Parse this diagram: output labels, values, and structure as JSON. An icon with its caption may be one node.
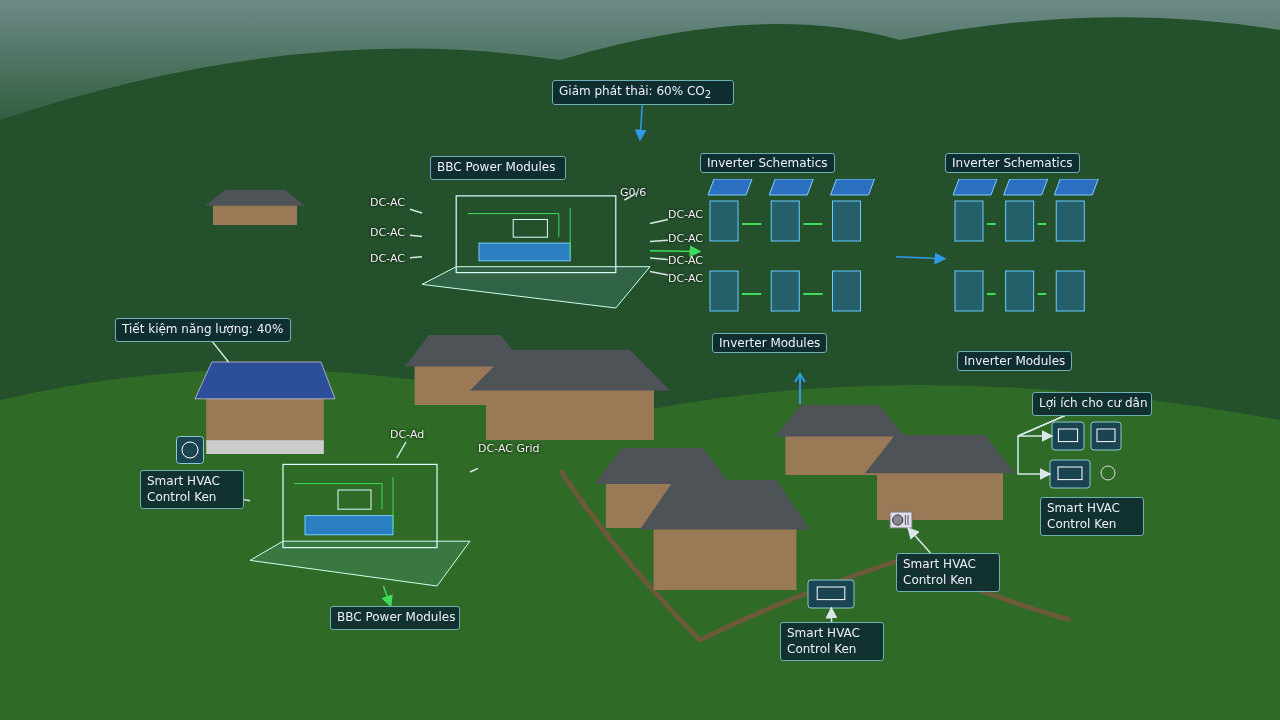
{
  "diagram": {
    "nodes": [
      {
        "text": [
          "Giảm phát thải: 60% CO$_{2}$"
        ]
      },
      {
        "text": [
          "BBC Power Modules"
        ]
      },
      {
        "text": [],
        "shape": "picture"
      },
      {
        "text": [
          "DC-AC"
        ]
      },
      {
        "text": [
          "DC-AC"
        ]
      },
      {
        "text": [
          "DC-AC"
        ]
      },
      {
        "text": [
          "G0/6"
        ]
      },
      {
        "text": [
          "DC-AC"
        ]
      },
      {
        "text": [
          "DC-AC"
        ]
      },
      {
        "text": [
          "DC-AC"
        ]
      },
      {
        "text": [
          "DC-AC"
        ]
      },
      {
        "text": [
          "Inverter Schematics",
          "Inverter Modules"
        ]
      },
      {
        "text": [
          "Inverter Schematics",
          "Inverter Modules"
        ]
      },
      {
        "text": [
          "Tiết kiệm năng lượng: 40%"
        ]
      },
      {
        "text": [],
        "shape": "picture"
      },
      {
        "text": [
          "Smart HVAC Control Ken"
        ]
      },
      {
        "text": [],
        "shape": "picture"
      },
      {
        "text": [
          "DC-Ad"
        ]
      },
      {
        "text": [
          "DC-AC Grid"
        ]
      },
      {
        "text": [
          "BBC Power Modules"
        ]
      },
      {
        "text": [
          "Lợi ích cho cư dân"
        ]
      },
      {
        "text": [],
        "shape": "picture"
      },
      {
        "text": [],
        "shape": "picture"
      },
      {
        "text": [],
        "shape": "picture"
      },
      {
        "text": [
          "Smart HVAC Control Ken"
        ]
      },
      {
        "text": [
          "Smart HVAC Control Ken"
        ]
      },
      {
        "text": [],
        "shape": "picture"
      },
      {
        "text": [
          "Smart HVAC Control Ken"
        ]
      },
      {
        "text": [],
        "shape": "picture"
      }
    ],
    "edges": [
      {
        "from": 0,
        "to": null,
        "arrow": "to",
        "color": "#2f9be8"
      },
      {
        "from": 3,
        "to": 2,
        "arrow": "none"
      },
      {
        "from": 4,
        "to": 2,
        "arrow": "none"
      },
      {
        "from": 5,
        "to": 2,
        "arrow": "none"
      },
      {
        "from": 6,
        "to": 2,
        "arrow": "none"
      },
      {
        "from": 7,
        "to": 2,
        "arrow": "none"
      },
      {
        "from": 8,
        "to": 2,
        "arrow": "none"
      },
      {
        "from": 9,
        "to": 2,
        "arrow": "none"
      },
      {
        "from": 10,
        "to": 2,
        "arrow": "none"
      },
      {
        "from": 2,
        "to": 11,
        "arrow": "to",
        "color": "#3ddc5a"
      },
      {
        "from": 11,
        "to": 12,
        "arrow": "to",
        "color": "#2f9be8"
      },
      {
        "from": 13,
        "to": 14,
        "arrow": "none"
      },
      {
        "from": 15,
        "to": 16,
        "arrow": "none"
      },
      {
        "from": 17,
        "to": 16,
        "arrow": "none"
      },
      {
        "from": 18,
        "to": 16,
        "arrow": "none"
      },
      {
        "from": 16,
        "to": 19,
        "arrow": "to",
        "color": "#3ddc5a"
      },
      {
        "from": 20,
        "to": 21,
        "arrow": "to"
      },
      {
        "from": 20,
        "to": 23,
        "arrow": "to"
      },
      {
        "from": 25,
        "to": 26,
        "arrow": "to"
      },
      {
        "from": 27,
        "to": 28,
        "arrow": "to"
      }
    ]
  }
}
